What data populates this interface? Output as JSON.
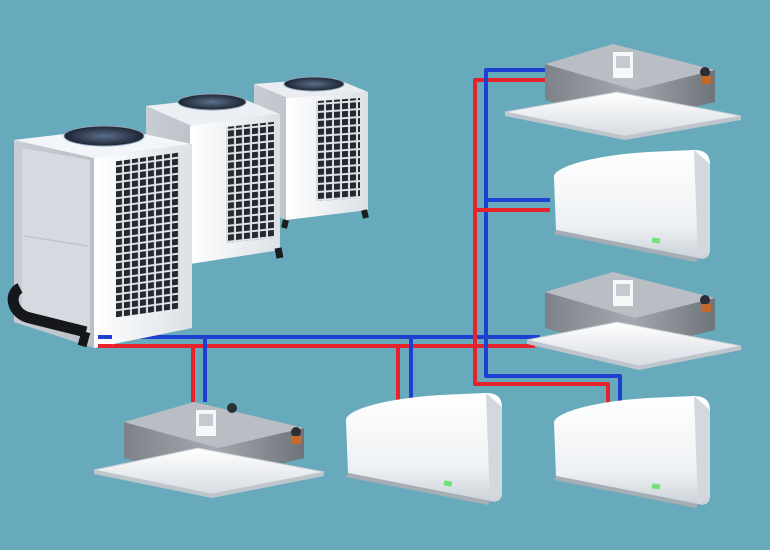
{
  "colors": {
    "background": "#67AABB",
    "pipe_supply": "#E8222B",
    "pipe_return": "#1E3FD0",
    "unit_white": "#F2F4F6",
    "unit_shadow": "#C9CFD6",
    "unit_grey": "#8E9399",
    "grille_dark": "#2A2D33",
    "indicator_green": "#6FE27A"
  },
  "icons": {
    "outdoor_unit": "outdoor-condenser-icon",
    "cassette_unit": "ceiling-cassette-icon",
    "wall_unit": "wall-split-icon"
  },
  "system": {
    "outdoor_units": 3,
    "cassette_units": 3,
    "wall_units": 3
  }
}
